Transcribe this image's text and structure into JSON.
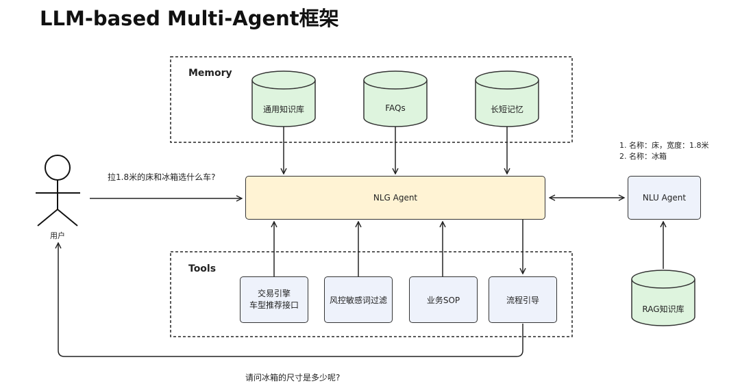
{
  "title": "LLM-based Multi-Agent框架",
  "memory": {
    "title": "Memory",
    "items": [
      "通用知识库",
      "FAQs",
      "长短记忆"
    ]
  },
  "tools": {
    "title": "Tools",
    "items": [
      {
        "line1": "交易引擎",
        "line2": "车型推荐接口"
      },
      {
        "line1": "风控敏感词过滤"
      },
      {
        "line1": "业务SOP"
      },
      {
        "line1": "流程引导"
      }
    ]
  },
  "nlg_agent": "NLG Agent",
  "nlu_agent": "NLU Agent",
  "rag_db": "RAG知识库",
  "user_label": "用户",
  "user_query": "拉1.8米的床和冰箱选什么车?",
  "nlu_result": {
    "line1": "1. 名称：床，宽度：1.8米",
    "line2": "2. 名称：冰箱"
  },
  "followup_question": "请问冰箱的尺寸是多少呢?",
  "colors": {
    "nlg_fill": "#fff3d4",
    "tool_fill": "#eef2fb",
    "cylinder_fill": "#def4de",
    "stroke": "#333333"
  }
}
